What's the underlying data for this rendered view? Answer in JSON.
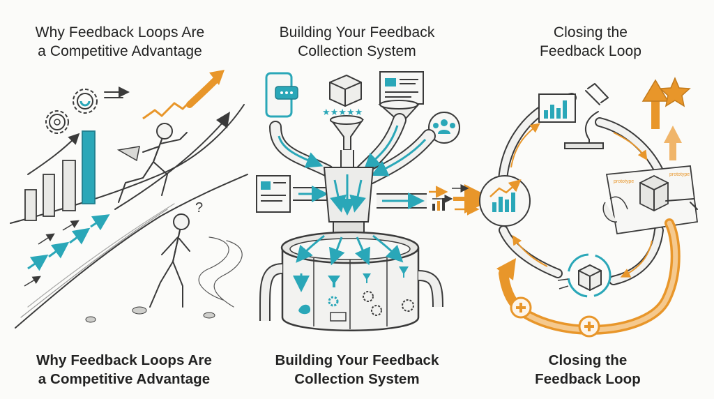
{
  "panels": [
    {
      "title_top": [
        "Why Feedback Loops Are",
        "a Competitive Advantage"
      ],
      "title_bottom": [
        "Why Feedback Loops Are",
        "a Competitive Advantage"
      ]
    },
    {
      "title_top": [
        "Building Your Feedback",
        "Collection System"
      ],
      "title_bottom": [
        "Building Your Feedback",
        "Collection System"
      ]
    },
    {
      "title_top": [
        "Closing the",
        "Feedback Loop"
      ],
      "title_bottom": [
        "Closing the",
        "Feedback Loop"
      ]
    }
  ],
  "labels": {
    "prototype_a": "prototype",
    "prototype_b": "prototype",
    "question_mark": "?"
  },
  "colors": {
    "teal": "#2aa7b8",
    "orange": "#f0a23a",
    "ink": "#3a3a3a",
    "paper": "#fbfbf9"
  },
  "icons": [
    "gear-icon",
    "bar-chart-icon",
    "smartphone-chat-icon",
    "package-icon",
    "star-rating-icon",
    "web-form-icon",
    "people-group-icon",
    "funnel-icon",
    "microscope-icon",
    "star-icon",
    "plus-icon"
  ]
}
